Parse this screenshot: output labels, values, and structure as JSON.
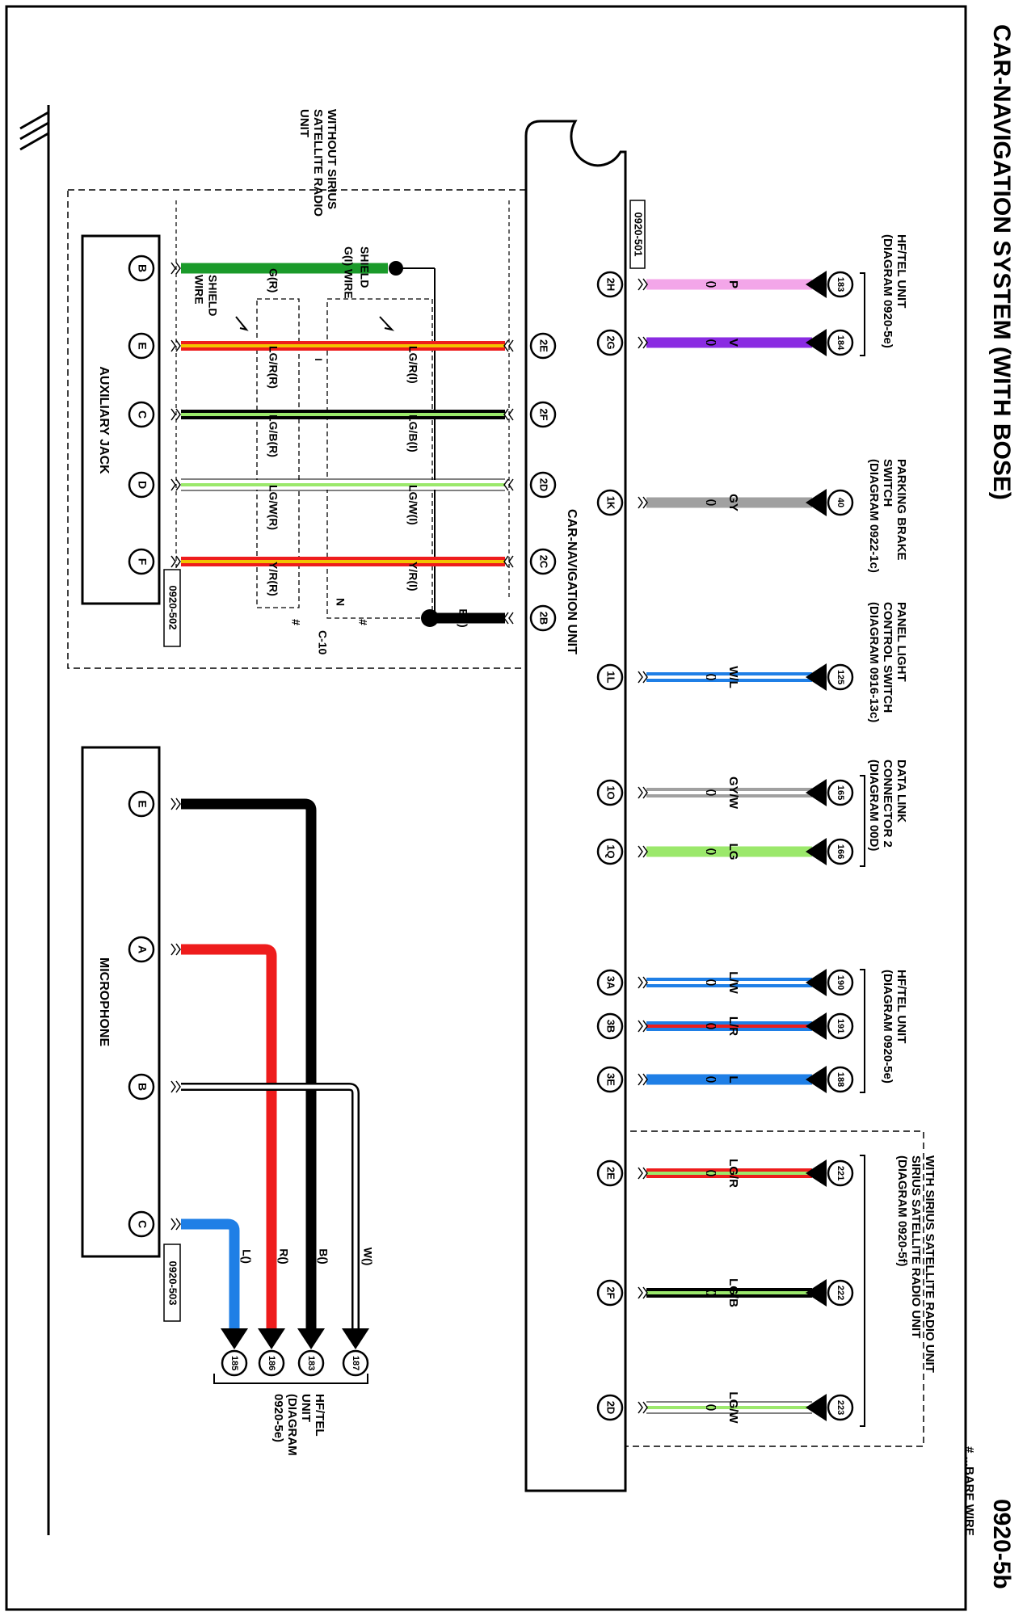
{
  "title": "CAR-NAVIGATION SYSTEM (WITH BOSE)",
  "diagram_id": "0920-5b",
  "legend_bare_wire": "# ...BARE WIRE",
  "colors": {
    "green": "#1a9a2a",
    "red": "#ee1c1c",
    "black": "#000000",
    "pink": "#f3a6e9",
    "violet": "#8a2be2",
    "gray": "#a0a0a0",
    "blue": "#1f7fe6",
    "light_green": "#9be86b",
    "white": "#ffffff",
    "yellow": "#f3c200"
  },
  "nav_unit": {
    "label": "CAR-NAVIGATION UNIT",
    "connector_upper": "0920-501",
    "shielded_pins": [
      "2E",
      "2F",
      "2D",
      "2C",
      "2B"
    ]
  },
  "nav_connections": [
    {
      "pin": "2H",
      "wire": "P",
      "sub": "()",
      "ref": "183",
      "color": "pink",
      "stripe": "",
      "double": false
    },
    {
      "pin": "2G",
      "wire": "V",
      "sub": "()",
      "ref": "184",
      "color": "violet",
      "stripe": "",
      "double": false
    },
    {
      "pin": "1K",
      "wire": "GY",
      "sub": "()",
      "ref": "40",
      "color": "gray",
      "stripe": "",
      "double": false
    },
    {
      "pin": "1L",
      "wire": "W/L",
      "sub": "()",
      "ref": "125",
      "color": "blue",
      "stripe": "white",
      "double": true
    },
    {
      "pin": "1O",
      "wire": "GY/W",
      "sub": "()",
      "ref": "165",
      "color": "gray",
      "stripe": "white",
      "double": true
    },
    {
      "pin": "1Q",
      "wire": "LG",
      "sub": "()",
      "ref": "166",
      "color": "light_green",
      "stripe": "",
      "double": false
    },
    {
      "pin": "3A",
      "wire": "L/W",
      "sub": "()",
      "ref": "190",
      "color": "blue",
      "stripe": "white",
      "double": true
    },
    {
      "pin": "3B",
      "wire": "L/R",
      "sub": "()",
      "ref": "191",
      "color": "blue",
      "stripe": "red",
      "double": true
    },
    {
      "pin": "3E",
      "wire": "L",
      "sub": "()",
      "ref": "188",
      "color": "blue",
      "stripe": "",
      "double": false
    },
    {
      "pin": "2E",
      "wire": "LG/R",
      "sub": "()",
      "ref": "221",
      "color": "red",
      "stripe": "light_green",
      "double": true
    },
    {
      "pin": "2F",
      "wire": "LG/B",
      "sub": "()",
      "ref": "222",
      "color": "black",
      "stripe": "light_green",
      "double": true
    },
    {
      "pin": "2D",
      "wire": "LG/W",
      "sub": "()",
      "ref": "223",
      "color": "white",
      "stripe": "light_green",
      "double": true
    }
  ],
  "destinations": [
    {
      "lines": [
        "HF/TEL UNIT",
        "(DIAGRAM 0920-5e)"
      ]
    },
    {
      "lines": [
        "PARKING BRAKE",
        "SWITCH",
        "(DIAGRAM 0922-1c)"
      ]
    },
    {
      "lines": [
        "PANEL LIGHT",
        "CONTROL SWITCH",
        "(DIAGRAM 0916-13c)"
      ]
    },
    {
      "lines": [
        "DATA LINK",
        "CONNECTOR 2",
        "(DIAGRAM 00D)"
      ]
    },
    {
      "lines": [
        "HF/TEL UNIT",
        "(DIAGRAM 0920-5e)"
      ]
    },
    {
      "lines": [
        "WITH SIRIUS SATELLITE RADIO UNIT",
        "SIRIUS SATELLITE RADIO UNIT",
        "(DIAGRAM 0920-5f)"
      ]
    }
  ],
  "aux_jack": {
    "label": "AUXILIARY JACK",
    "connector": "0920-502",
    "pins": [
      "B",
      "E",
      "C",
      "D",
      "F"
    ],
    "wires_left": [
      "G(R)",
      "LG/R(R)",
      "LG/B(R)",
      "LG/W(R)",
      "Y/R(R)"
    ],
    "wires_right": [
      "G(I) WIRE",
      "LG/R(I)",
      "LG/B(I)",
      "LG/W(I)",
      "Y/R(I)"
    ],
    "shield_label": "SHIELD",
    "shield_wire_label": "WIRE",
    "ground_wire": "B(I)",
    "splice_n": "N",
    "splice_i": "I",
    "c10": "C-10",
    "hash": "#",
    "note": [
      "WITHOUT SIRIUS",
      "SATELLITE RADIO",
      "UNIT"
    ]
  },
  "microphone": {
    "label": "MICROPHONE",
    "connector": "0920-503",
    "pins": [
      "E",
      "A",
      "B",
      "C"
    ],
    "wires": [
      "B()",
      "R()",
      "W()",
      "L()"
    ],
    "refs": [
      "183",
      "186",
      "187",
      "185"
    ],
    "dest": [
      "HF/TEL",
      "UNIT",
      "(DIAGRAM",
      "0920-5e)"
    ]
  }
}
